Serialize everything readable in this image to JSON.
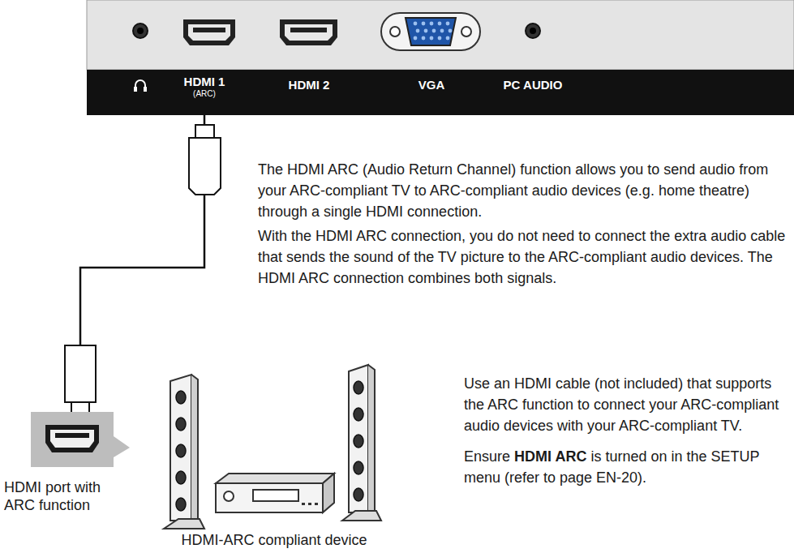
{
  "diagram": {
    "nodes": [
      {
        "text": [
          "HDMI 1",
          "(ARC)"
        ]
      },
      {
        "text": [
          "HDMI port with ARC function"
        ]
      }
    ],
    "edges": [
      {
        "from": 0,
        "to": 1,
        "arrow": "none"
      }
    ],
    "labels": [
      "HDMI 2",
      "VGA",
      "PC AUDIO",
      "The HDMI ARC (Audio Return Channel) function allows you to send audio from your ARC-compliant TV to ARC-compliant audio devices (e.g. home theatre) through a single HDMI connection.",
      "With the HDMI ARC connection, you do not need to connect the extra audio cable that sends the sound of the TV picture to the ARC-compliant audio devices. The HDMI ARC connection combines both signals.",
      "Use an HDMI cable (not included) that supports the ARC function to connect your ARC-compliant audio devices with your ARC-compliant TV.",
      "Ensure",
      "HDMI ARC",
      "is turned on in the SETUP menu (refer to page EN-20).",
      "HDMI-ARC compliant device"
    ]
  }
}
